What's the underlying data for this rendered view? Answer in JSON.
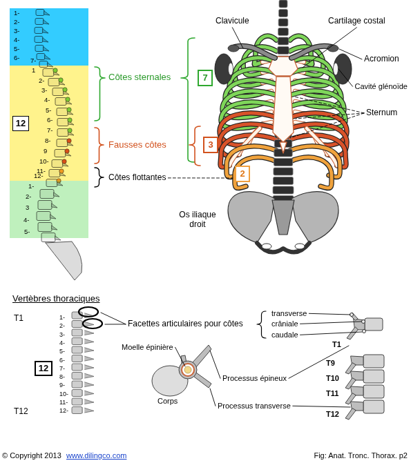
{
  "diagram": {
    "caption": "Fig: Anat. Tronc. Thorax. p2",
    "nodes": [
      {
        "text": [
          "1-",
          "2-",
          "3-",
          "4-",
          "5-",
          "6-",
          "7-"
        ]
      },
      {
        "text": [
          "1",
          "2-",
          "3-",
          "4-",
          "5-",
          "6-",
          "7-",
          "8-",
          "9",
          "10-",
          "11-",
          "12-"
        ]
      },
      {
        "text": [
          "12"
        ],
        "in": 1
      },
      {
        "text": [
          "1-",
          "2-",
          "3",
          "4-",
          "5-"
        ]
      },
      {
        "text": [
          "7"
        ]
      },
      {
        "text": [
          "3"
        ]
      },
      {
        "text": [
          "2"
        ]
      },
      {
        "text": [
          "12"
        ]
      }
    ],
    "labels": [
      "Côtes sternales",
      "Fausses côtes",
      "Côtes flottantes",
      "Clavicule",
      "Cartilage costal",
      "Acromion",
      "Cavité glénoïde",
      "Sternum",
      "Os iliaque droit",
      "Vertèbres thoraciques",
      "T1",
      "1-",
      "2-",
      "3-",
      "4-",
      "5-",
      "6-",
      "7-",
      "8-",
      "9-",
      "10-",
      "11-",
      "12-",
      "T12",
      "Facettes articulaires pour côtes",
      "transverse",
      "crâniale",
      "caudale",
      "T1",
      "Moelle épinière",
      "Corps",
      "Processus épineux",
      "Processus transverse",
      "T9",
      "T10",
      "T11",
      "T12",
      "© Copyright 2013",
      "www.dilingco.com"
    ]
  }
}
